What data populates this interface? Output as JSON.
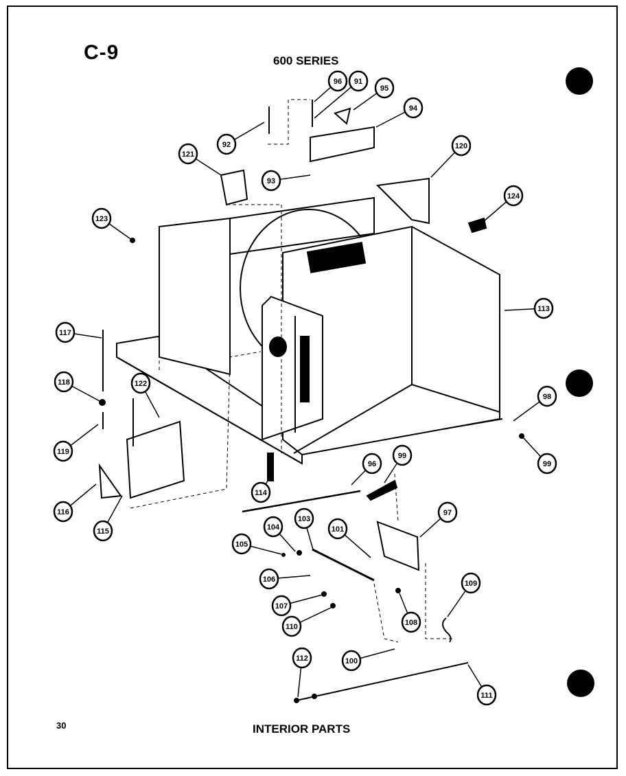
{
  "page_code": "C-9",
  "series_title": "600 SERIES",
  "page_number": "30",
  "footer_title": "INTERIOR PARTS",
  "callouts": [
    "96",
    "91",
    "95",
    "94",
    "92",
    "121",
    "93",
    "120",
    "124",
    "123",
    "113",
    "117",
    "118",
    "122",
    "119",
    "98",
    "99",
    "116",
    "114",
    "115",
    "96",
    "99",
    "97",
    "103",
    "104",
    "105",
    "101",
    "106",
    "107",
    "110",
    "108",
    "100",
    "109",
    "112",
    "111"
  ]
}
